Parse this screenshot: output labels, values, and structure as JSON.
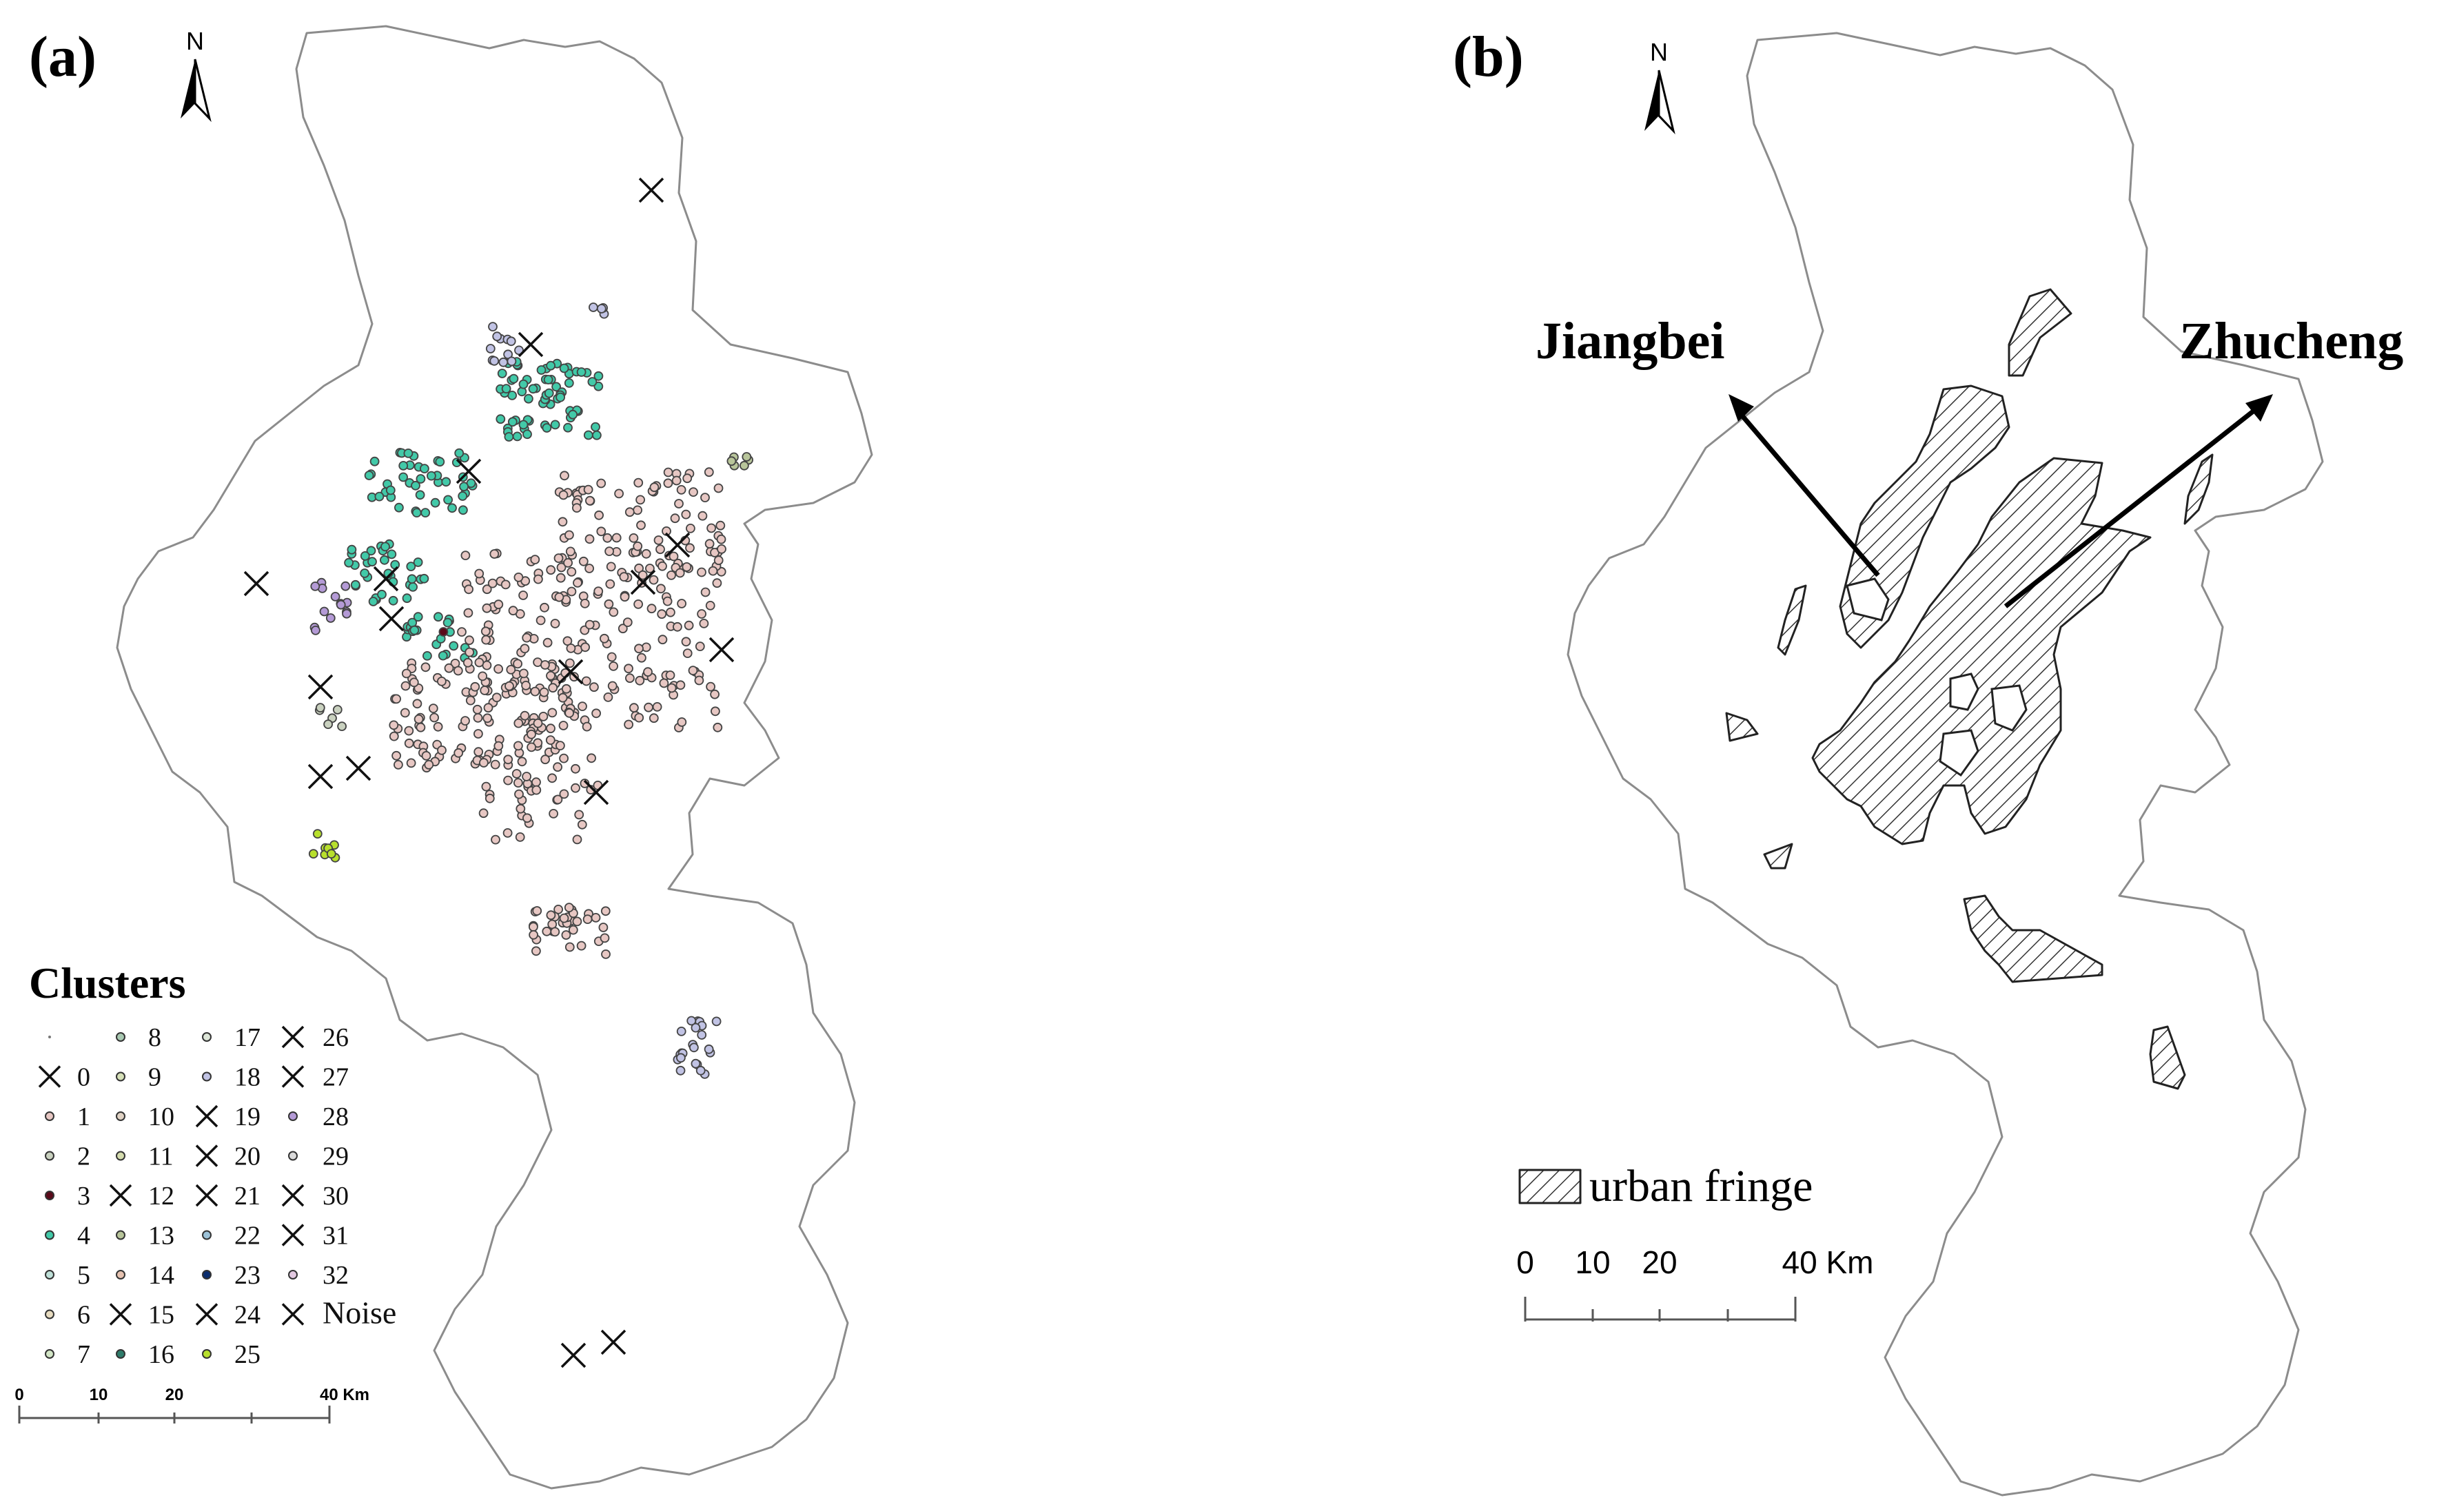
{
  "panel_a": {
    "label": "(a)",
    "north_label": "N",
    "legend": {
      "title": "Clusters",
      "items": [
        {
          "label": "",
          "symbol": "dot",
          "color": "#777777"
        },
        {
          "label": "0",
          "symbol": "cross",
          "color": "#000000"
        },
        {
          "label": "1",
          "symbol": "circle",
          "color": "#e7c7c3"
        },
        {
          "label": "2",
          "symbol": "circle",
          "color": "#c9d1bf"
        },
        {
          "label": "3",
          "symbol": "circle",
          "color": "#5a0a1a"
        },
        {
          "label": "4",
          "symbol": "circle",
          "color": "#42c9a8"
        },
        {
          "label": "5",
          "symbol": "circle",
          "color": "#bfe0d8"
        },
        {
          "label": "6",
          "symbol": "circle",
          "color": "#e8dcc0"
        },
        {
          "label": "7",
          "symbol": "circle",
          "color": "#d3e6c6"
        },
        {
          "label": "8",
          "symbol": "circle",
          "color": "#a9c9b2"
        },
        {
          "label": "9",
          "symbol": "circle",
          "color": "#d6e0b8"
        },
        {
          "label": "10",
          "symbol": "circle",
          "color": "#e0d2c4"
        },
        {
          "label": "11",
          "symbol": "circle",
          "color": "#d5dcae"
        },
        {
          "label": "12",
          "symbol": "cross",
          "color": "#000000"
        },
        {
          "label": "13",
          "symbol": "circle",
          "color": "#b8c59a"
        },
        {
          "label": "14",
          "symbol": "circle",
          "color": "#e6c2b0"
        },
        {
          "label": "15",
          "symbol": "cross",
          "color": "#000000"
        },
        {
          "label": "16",
          "symbol": "circle",
          "color": "#2e7b6a"
        },
        {
          "label": "17",
          "symbol": "circle",
          "color": "#dde6d8"
        },
        {
          "label": "18",
          "symbol": "circle",
          "color": "#c1c3e4"
        },
        {
          "label": "19",
          "symbol": "cross",
          "color": "#000000"
        },
        {
          "label": "20",
          "symbol": "cross",
          "color": "#000000"
        },
        {
          "label": "21",
          "symbol": "cross",
          "color": "#000000"
        },
        {
          "label": "22",
          "symbol": "circle",
          "color": "#9cc2d8"
        },
        {
          "label": "23",
          "symbol": "circle",
          "color": "#0b2d6e"
        },
        {
          "label": "24",
          "symbol": "cross",
          "color": "#000000"
        },
        {
          "label": "25",
          "symbol": "circle",
          "color": "#b8e02c"
        },
        {
          "label": "26",
          "symbol": "cross",
          "color": "#000000"
        },
        {
          "label": "27",
          "symbol": "cross",
          "color": "#000000"
        },
        {
          "label": "28",
          "symbol": "circle",
          "color": "#b49ad6"
        },
        {
          "label": "29",
          "symbol": "circle",
          "color": "#dadada"
        },
        {
          "label": "30",
          "symbol": "cross",
          "color": "#000000"
        },
        {
          "label": "31",
          "symbol": "cross",
          "color": "#000000"
        },
        {
          "label": "32",
          "symbol": "circle",
          "color": "#e2c8e0"
        },
        {
          "label": "Noise",
          "symbol": "cross",
          "color": "#000000"
        }
      ]
    },
    "scale_bar": {
      "ticks": [
        "0",
        "10",
        "20",
        "40 Km"
      ]
    }
  },
  "panel_b": {
    "label": "(b)",
    "north_label": "N",
    "annotations": [
      "Jiangbei",
      "Zhucheng"
    ],
    "legend_label": "urban fringe",
    "scale_bar": {
      "ticks": [
        "0",
        "10",
        "20",
        "40 Km"
      ]
    }
  },
  "colors": {
    "boundary": "#8c8c8c",
    "cluster_1": "#e7c7c3",
    "cluster_4": "#42c9a8",
    "cluster_18": "#c1c3e4",
    "cluster_28": "#b49ad6",
    "cluster_25": "#b8e02c"
  }
}
